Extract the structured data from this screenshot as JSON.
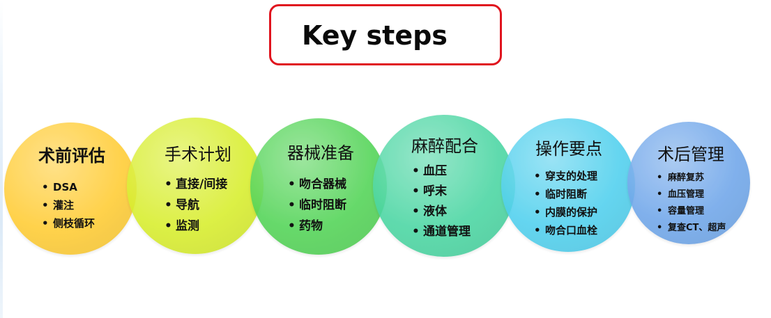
{
  "title": "Key steps",
  "steps": [
    {
      "title": "术前评估",
      "color": "#ffcc33",
      "items": [
        "DSA",
        "灌注",
        "侧枝循环"
      ]
    },
    {
      "title": "手术计划",
      "color": "#d8ee2c",
      "items": [
        "直接/间接",
        "导航",
        "监测"
      ]
    },
    {
      "title": "器械准备",
      "color": "#52d456",
      "items": [
        "吻合器械",
        "临时阻断",
        "药物"
      ]
    },
    {
      "title": "麻醉配合",
      "color": "#49d6a2",
      "items": [
        "血压",
        "呼末",
        "液体",
        "通道管理"
      ]
    },
    {
      "title": "操作要点",
      "color": "#4fd0ee",
      "items": [
        "穿支的处理",
        "临时阻断",
        "内膜的保护",
        "吻合口血栓"
      ]
    },
    {
      "title": "术后管理",
      "color": "#6fa6ea",
      "items": [
        "麻醉复苏",
        "血压管理",
        "容量管理",
        "复查CT、超声"
      ]
    }
  ]
}
